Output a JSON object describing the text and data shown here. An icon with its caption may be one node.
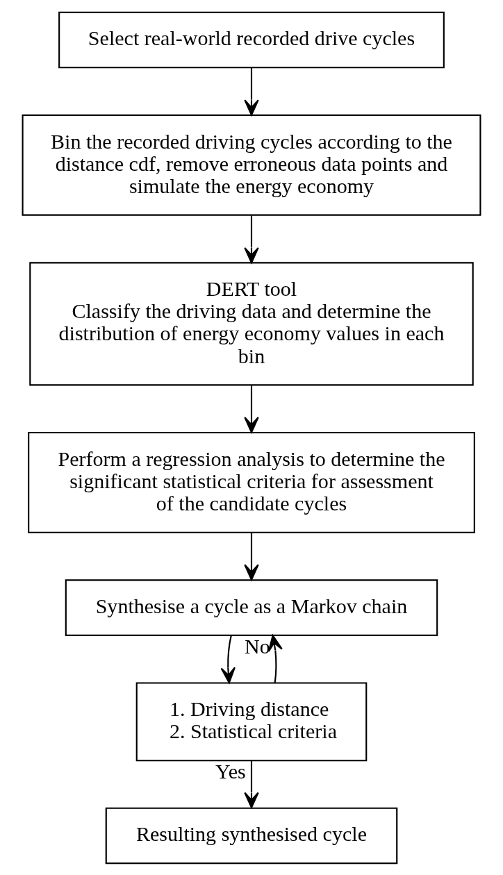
{
  "diagram": {
    "nodes": [
      {
        "text": [
          "Select real-world recorded drive cycles"
        ]
      },
      {
        "text": [
          "Bin the recorded driving cycles according to the distance cdf, remove erroneous data points and simulate the energy economy"
        ]
      },
      {
        "text": [
          "DERT tool",
          "Classify the driving data and determine the distribution of energy economy values in each bin"
        ]
      },
      {
        "text": [
          "Perform a regression analysis to determine the significant statistical criteria for assessment of the candidate cycles"
        ]
      },
      {
        "text": [
          "Synthesise a cycle as a Markov chain"
        ]
      },
      {
        "text": [
          "1. Driving distance",
          "2. Statistical criteria"
        ]
      },
      {
        "text": [
          "Resulting synthesised cycle"
        ]
      }
    ],
    "edges": [
      {
        "from": 0,
        "to": 1,
        "arrow": "to"
      },
      {
        "from": 1,
        "to": 2,
        "arrow": "to"
      },
      {
        "from": 2,
        "to": 3,
        "arrow": "to"
      },
      {
        "from": 3,
        "to": 4,
        "arrow": "to"
      },
      {
        "from": 4,
        "to": 5,
        "arrow": "to"
      },
      {
        "from": 5,
        "to": 6,
        "arrow": "to",
        "label": "Yes"
      },
      {
        "from": 5,
        "to": 4,
        "arrow": "to",
        "label": "No"
      }
    ]
  }
}
